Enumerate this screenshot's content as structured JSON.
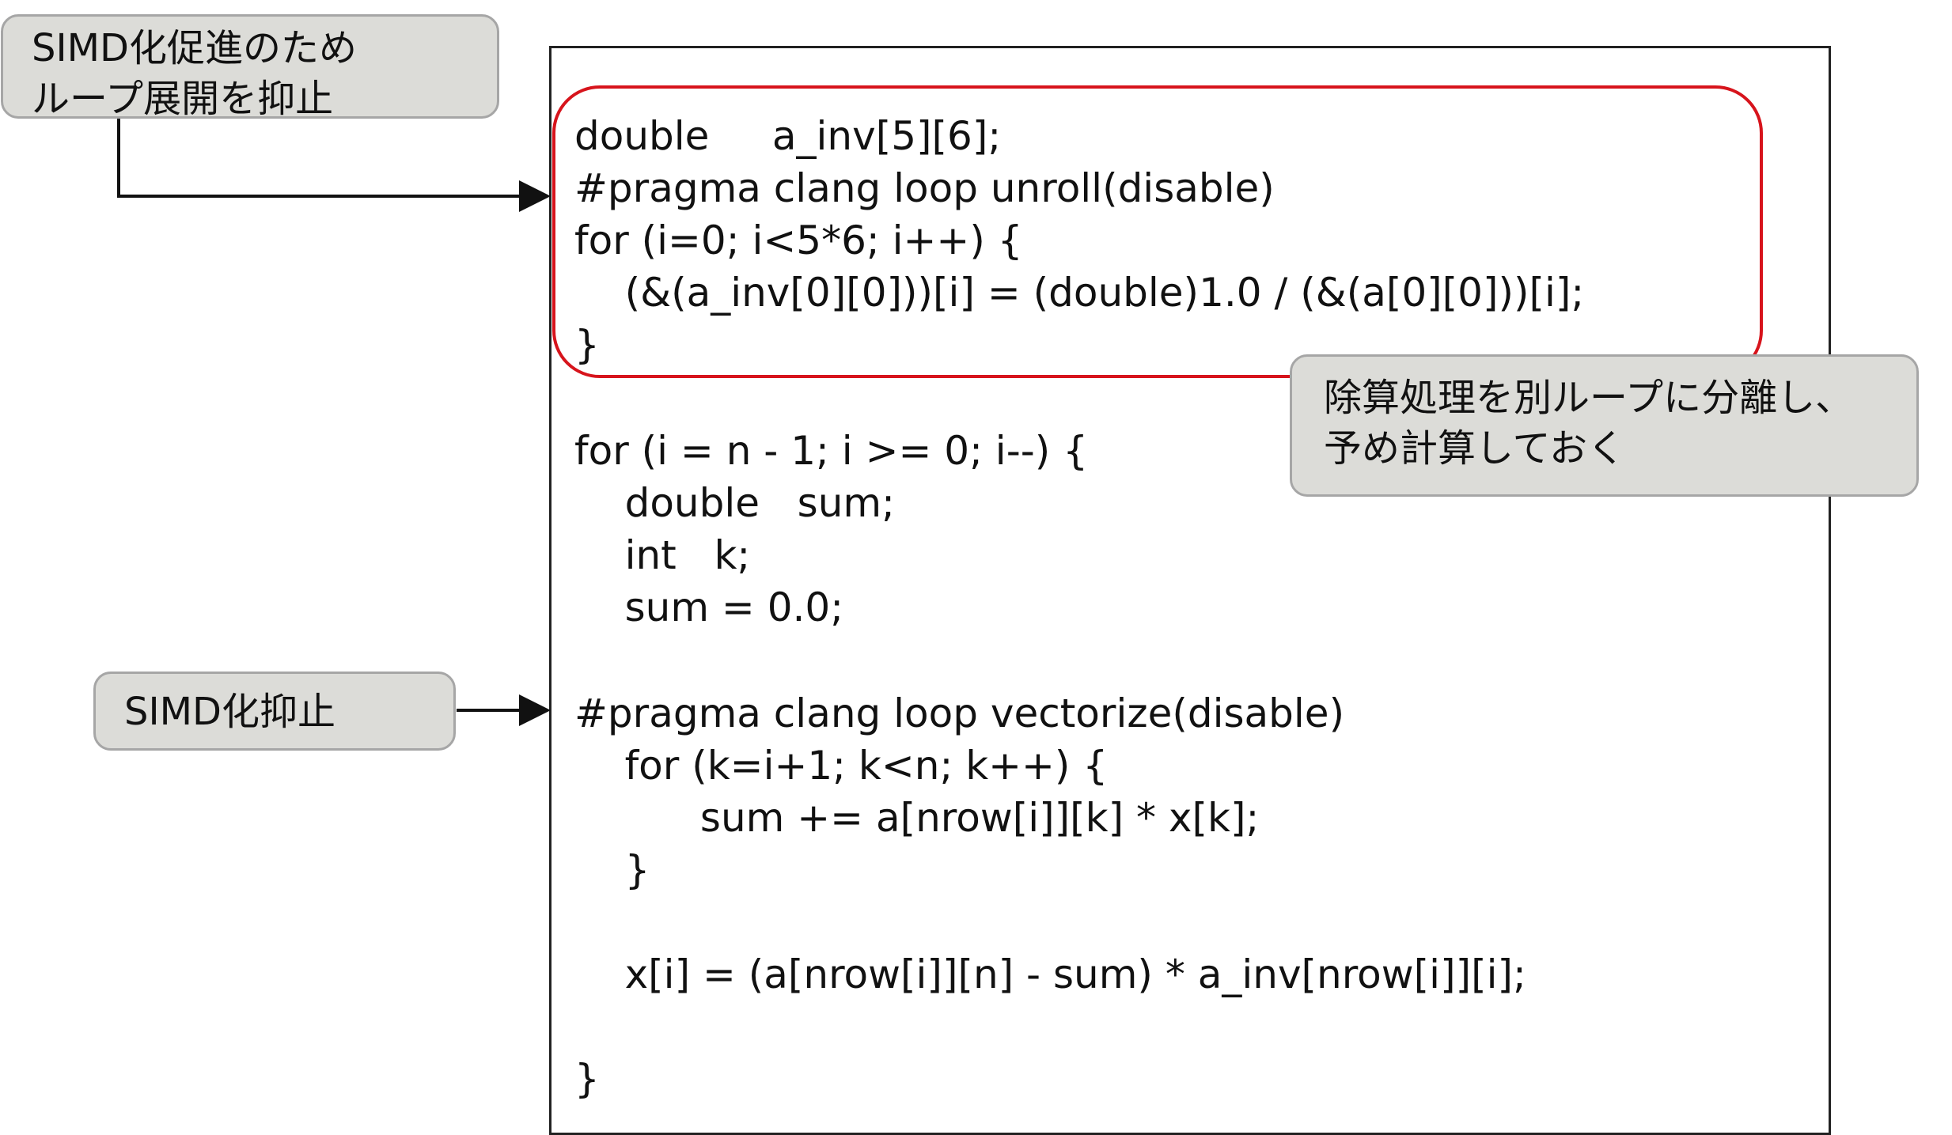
{
  "callouts": {
    "unroll": [
      "SIMD化促進のため",
      "ループ展開を抑止"
    ],
    "simd": [
      "SIMD化抑止"
    ],
    "divide": [
      "除算処理を別ループに分離し、",
      "予め計算しておく"
    ]
  },
  "code": [
    "double     a_inv[5][6];",
    "#pragma clang loop unroll(disable)",
    "for (i=0; i<5*6; i++) {",
    "    (&(a_inv[0][0]))[i] = (double)1.0 / (&(a[0][0]))[i];",
    "}",
    "for (i = n - 1; i >= 0; i--) {",
    "    double   sum;",
    "    int   k;",
    "    sum = 0.0;",
    "#pragma clang loop vectorize(disable)",
    "    for (k=i+1; k<n; k++) {",
    "          sum += a[nrow[i]][k] * x[k];",
    "    }",
    "    x[i] = (a[nrow[i]][n] - sum) * a_inv[nrow[i]][i];",
    "}"
  ],
  "colors": {
    "highlight": "#d7141c",
    "callout_fill": "#dcdcd8",
    "callout_border": "#a6a6a6"
  }
}
